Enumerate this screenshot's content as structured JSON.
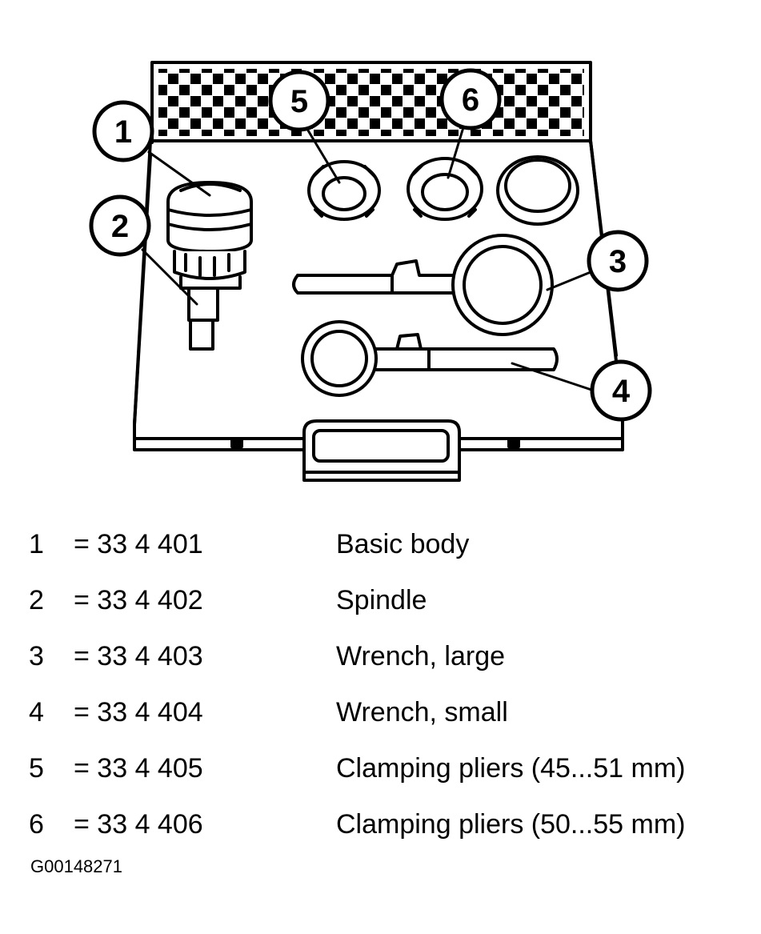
{
  "callouts": [
    "1",
    "2",
    "3",
    "4",
    "5",
    "6"
  ],
  "legend": [
    {
      "num": "1",
      "code": "= 33 4 401",
      "desc": "Basic body"
    },
    {
      "num": "2",
      "code": "= 33 4 402",
      "desc": "Spindle"
    },
    {
      "num": "3",
      "code": "= 33 4 403",
      "desc": "Wrench, large"
    },
    {
      "num": "4",
      "code": "= 33 4 404",
      "desc": "Wrench, small"
    },
    {
      "num": "5",
      "code": "= 33 4 405",
      "desc": "Clamping pliers (45...51 mm)"
    },
    {
      "num": "6",
      "code": "= 33 4 406",
      "desc": "Clamping pliers (50...55 mm)"
    }
  ],
  "figure_id": "G00148271",
  "colors": {
    "ink": "#000000",
    "paper": "#ffffff"
  }
}
